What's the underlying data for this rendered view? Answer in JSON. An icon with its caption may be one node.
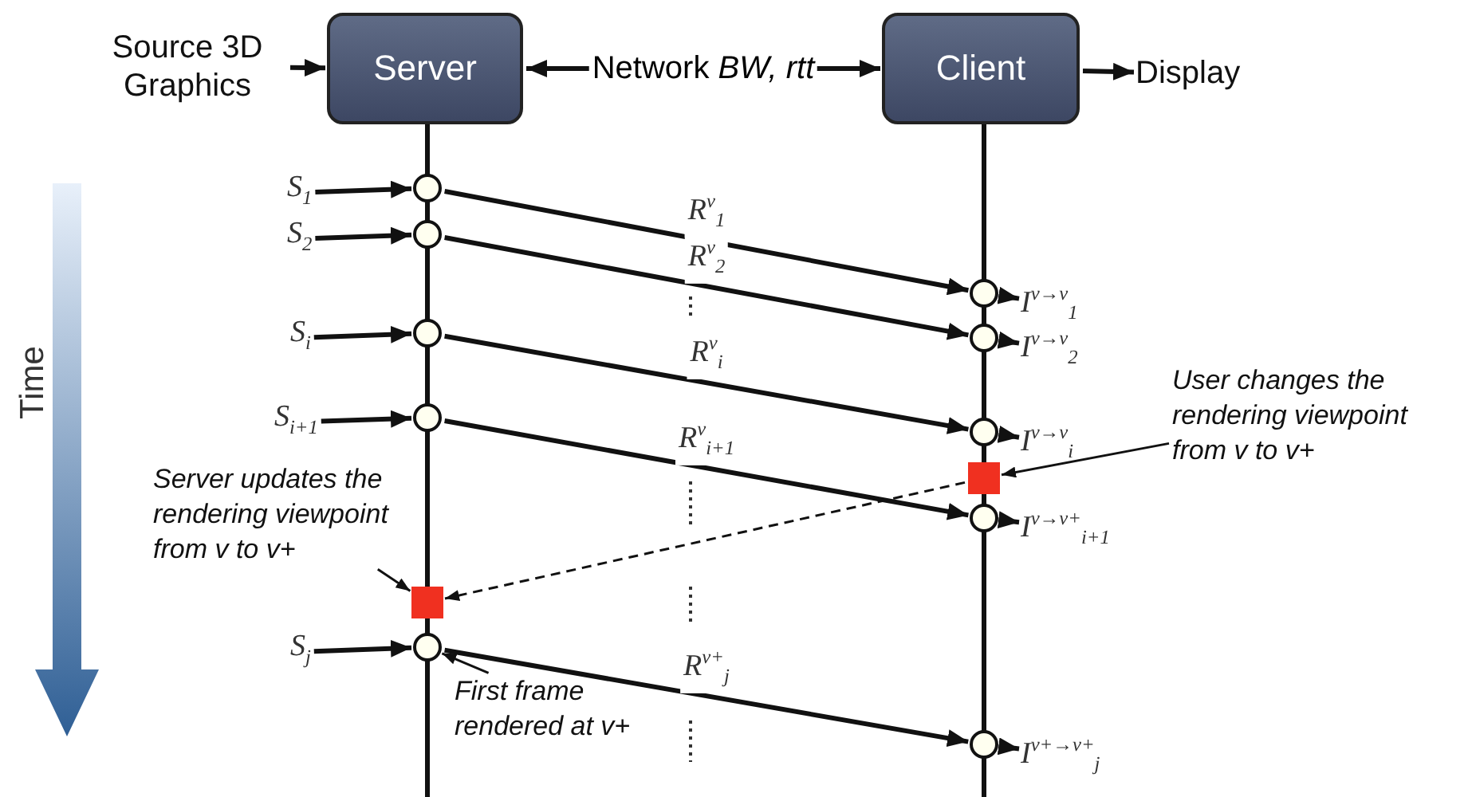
{
  "diagram": {
    "nodes": [
      {
        "text": [
          "Source 3D Graphics"
        ]
      },
      {
        "text": [
          "Server"
        ]
      },
      {
        "text": [
          "Client"
        ]
      },
      {
        "text": [
          "Display"
        ]
      },
      {
        "text": [
          "S$_{1}$"
        ]
      },
      {
        "text": [],
        "shape": "circle"
      },
      {
        "text": [
          "S$_{2}$"
        ]
      },
      {
        "text": [],
        "shape": "circle"
      },
      {
        "text": [
          "S$_{i}$"
        ]
      },
      {
        "text": [],
        "shape": "circle"
      },
      {
        "text": [
          "S$_{i+1}$"
        ]
      },
      {
        "text": [],
        "shape": "circle"
      },
      {
        "text": [],
        "shape": "box"
      },
      {
        "text": [
          "S$_{j}$"
        ]
      },
      {
        "text": [],
        "shape": "circle"
      },
      {
        "text": [],
        "shape": "circle"
      },
      {
        "text": [
          "I$^{v→v}$$_{1}$"
        ]
      },
      {
        "text": [],
        "shape": "circle"
      },
      {
        "text": [
          "I$^{v→v}$$_{2}$"
        ]
      },
      {
        "text": [],
        "shape": "circle"
      },
      {
        "text": [
          "I$^{v→v}$$_{i}$"
        ]
      },
      {
        "text": [],
        "shape": "box"
      },
      {
        "text": [],
        "shape": "circle"
      },
      {
        "text": [
          "I$^{v→v+}$$_{i+1}$"
        ]
      },
      {
        "text": [],
        "shape": "circle"
      },
      {
        "text": [
          "I$^{v+→v+}$$_{j}$"
        ]
      },
      {
        "text": [
          "Server updates the rendering viewpoint from v to v+"
        ]
      },
      {
        "text": [
          "User changes the rendering viewpoint from v to v+"
        ]
      },
      {
        "text": [
          "First frame rendered at v+"
        ]
      }
    ],
    "edges": [
      {
        "from": 0,
        "to": 1,
        "arrow": "to"
      },
      {
        "from": 1,
        "to": 2,
        "arrow": "both",
        "label": "Network *BW, rtt*"
      },
      {
        "from": 2,
        "to": 3,
        "arrow": "to"
      },
      {
        "from": 4,
        "to": 5,
        "arrow": "to"
      },
      {
        "from": 5,
        "to": 15,
        "arrow": "to",
        "label": "R$^{v}$$_{1}$"
      },
      {
        "from": 15,
        "to": 16,
        "arrow": "to"
      },
      {
        "from": 6,
        "to": 7,
        "arrow": "to"
      },
      {
        "from": 7,
        "to": 17,
        "arrow": "to",
        "label": "R$^{v}$$_{2}$"
      },
      {
        "from": 17,
        "to": 18,
        "arrow": "to"
      },
      {
        "from": 8,
        "to": 9,
        "arrow": "to"
      },
      {
        "from": 9,
        "to": 19,
        "arrow": "to",
        "label": "R$^{v}$$_{i}$"
      },
      {
        "from": 19,
        "to": 20,
        "arrow": "to"
      },
      {
        "from": 10,
        "to": 11,
        "arrow": "to"
      },
      {
        "from": 11,
        "to": 22,
        "arrow": "to",
        "label": "R$^{v}$$_{i+1}$"
      },
      {
        "from": 22,
        "to": 23,
        "arrow": "to"
      },
      {
        "from": 13,
        "to": 14,
        "arrow": "to"
      },
      {
        "from": 14,
        "to": 24,
        "arrow": "to",
        "label": "R$^{v+}$$_{j}$"
      },
      {
        "from": 24,
        "to": 25,
        "arrow": "to"
      },
      {
        "from": 21,
        "to": 12,
        "arrow": "to",
        "style": "dashed"
      },
      {
        "from": 26,
        "to": 12,
        "arrow": "to"
      },
      {
        "from": 27,
        "to": 21,
        "arrow": "to"
      },
      {
        "from": 28,
        "to": 14,
        "arrow": "to"
      }
    ],
    "labels": [
      "Time"
    ]
  }
}
